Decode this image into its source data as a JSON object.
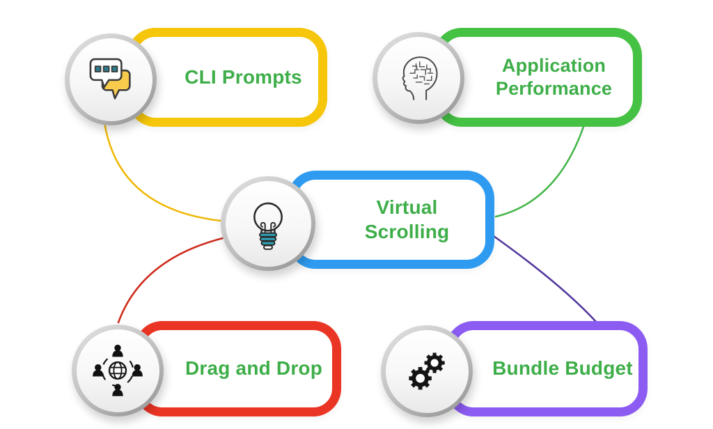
{
  "styles": {
    "background": "#ffffff",
    "label_color": "#3EAE49"
  },
  "nodes": [
    {
      "id": "cli-prompts",
      "label": "CLI Prompts",
      "border_color": "#F5C60A",
      "icon": "chat-bubbles-icon"
    },
    {
      "id": "application-performance",
      "label": "Application Performance",
      "border_color": "#45C144",
      "icon": "head-brain-icon"
    },
    {
      "id": "virtual-scrolling",
      "label": "Virtual Scrolling",
      "border_color": "#2E9BF0",
      "icon": "lightbulb-icon"
    },
    {
      "id": "drag-and-drop",
      "label": "Drag and Drop",
      "border_color": "#EA3424",
      "icon": "network-people-icon"
    },
    {
      "id": "bundle-budget",
      "label": "Bundle Budget",
      "border_color": "#8C5BF2",
      "icon": "gears-icon"
    }
  ],
  "connectors": [
    {
      "from": "cli-prompts",
      "to": "virtual-scrolling",
      "color": "#F0B90B"
    },
    {
      "from": "application-performance",
      "to": "virtual-scrolling",
      "color": "#45B649"
    },
    {
      "from": "virtual-scrolling",
      "to": "drag-and-drop",
      "color": "#CE2B1C"
    },
    {
      "from": "virtual-scrolling",
      "to": "bundle-budget",
      "color": "#53389E"
    }
  ]
}
